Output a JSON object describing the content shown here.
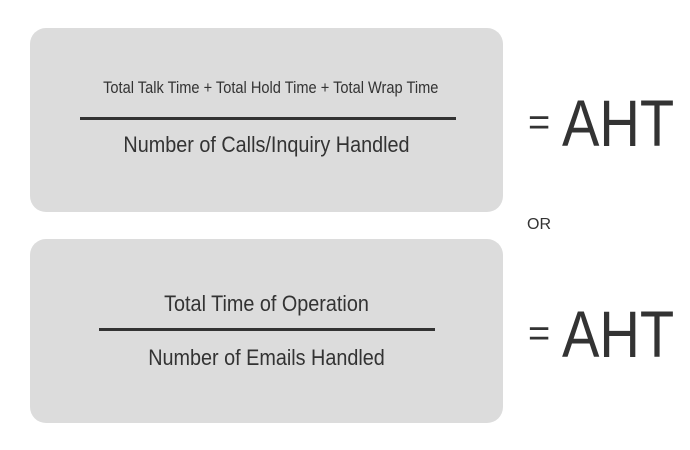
{
  "formulas": [
    {
      "numerator": "Total Talk Time + Total Hold Time + Total Wrap Time",
      "denominator": "Number of Calls/Inquiry Handled",
      "equals": "=",
      "result": "AHT"
    },
    {
      "numerator": "Total Time of Operation",
      "denominator": "Number of Emails Handled",
      "equals": "=",
      "result": "AHT"
    }
  ],
  "separator": "OR",
  "colors": {
    "card_background": "#dcdcdc",
    "text": "#333333",
    "background": "#ffffff"
  }
}
